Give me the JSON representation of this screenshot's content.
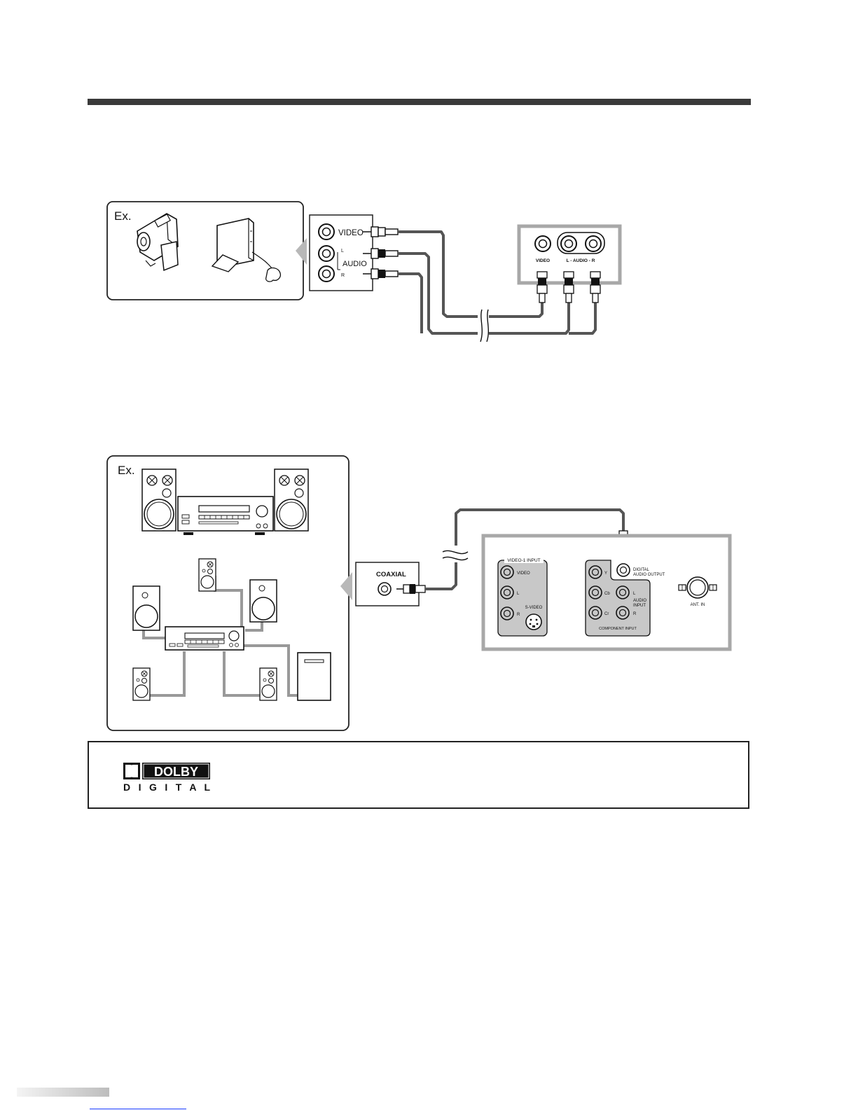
{
  "panel1": {
    "example_label": "Ex.",
    "source_jacks": {
      "video": "VIDEO",
      "left": "L",
      "audio": "AUDIO",
      "right": "R"
    },
    "tv_jacks": {
      "video": "VIDEO",
      "audio": "L - AUDIO - R"
    }
  },
  "panel2": {
    "example_label": "Ex.",
    "coaxial_label": "COAXIAL",
    "rear_panel": {
      "video1_title": "VIDEO-1 INPUT",
      "video": "VIDEO",
      "left": "L",
      "right": "R",
      "svideo": "S-VIDEO",
      "y": "Y",
      "cb": "Cb",
      "cr": "Cr",
      "digital_out_1": "DIGITAL",
      "digital_out_2": "AUDIO OUTPUT",
      "audio_input_1": "AUDIO",
      "audio_input_2": "INPUT",
      "audio_l": "L",
      "audio_r": "R",
      "component": "COMPONENT  INPUT",
      "antenna": "ANT. IN"
    }
  },
  "dolby": {
    "brand": "DOLBY",
    "sub": "D I G I T A L"
  },
  "colors": {
    "bar": "#3a3a3a",
    "cable": "#555555",
    "panel_border": "#a8a8a8",
    "jack_fill": "#c8c8c8"
  }
}
